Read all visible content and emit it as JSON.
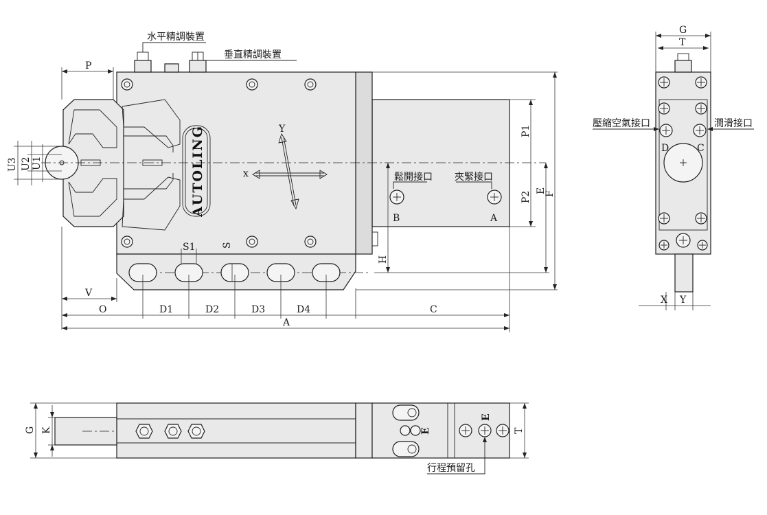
{
  "callouts": {
    "horizontal_adjust": "水平精調裝置",
    "vertical_adjust": "垂直精調裝置",
    "release_port": "鬆開接口",
    "clamp_port": "夾緊接口",
    "compressed_air_port": "壓縮空氣接口",
    "lubrication_port": "潤滑接口",
    "stroke_reserve_hole": "行程預留孔"
  },
  "brand": "AUTOLING",
  "axes": {
    "x": "x",
    "y": "Y"
  },
  "ports": {
    "b": "B",
    "a": "A",
    "d": "D",
    "c": "C"
  },
  "dimensions": {
    "p": "P",
    "v": "V",
    "o": "O",
    "d1": "D1",
    "d2": "D2",
    "d3": "D3",
    "d4": "D4",
    "c": "C",
    "a": "A",
    "s1": "S1",
    "s": "S",
    "h": "H",
    "p1": "P1",
    "p2": "P2",
    "e": "E",
    "f": "F",
    "u1": "U1",
    "u2": "U2",
    "u3": "U3",
    "g": "G",
    "t": "T",
    "x": "X",
    "y": "Y",
    "k": "K",
    "bottom_g": "G",
    "bottom_k": "K",
    "bottom_t": "T",
    "bottom_e1": "E",
    "bottom_e2": "E"
  }
}
